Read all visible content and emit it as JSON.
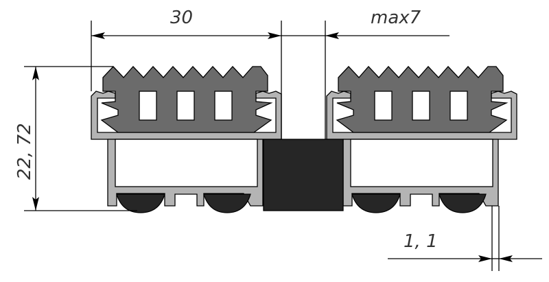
{
  "drawing": {
    "dimensions": {
      "width_label": "30",
      "gap_label": "max7",
      "height_label": "22, 72",
      "offset_label": "1, 1"
    },
    "colors": {
      "aluminium": "#b4b4b4",
      "rubber": "#6b6b6b",
      "spacer": "#262626"
    }
  }
}
